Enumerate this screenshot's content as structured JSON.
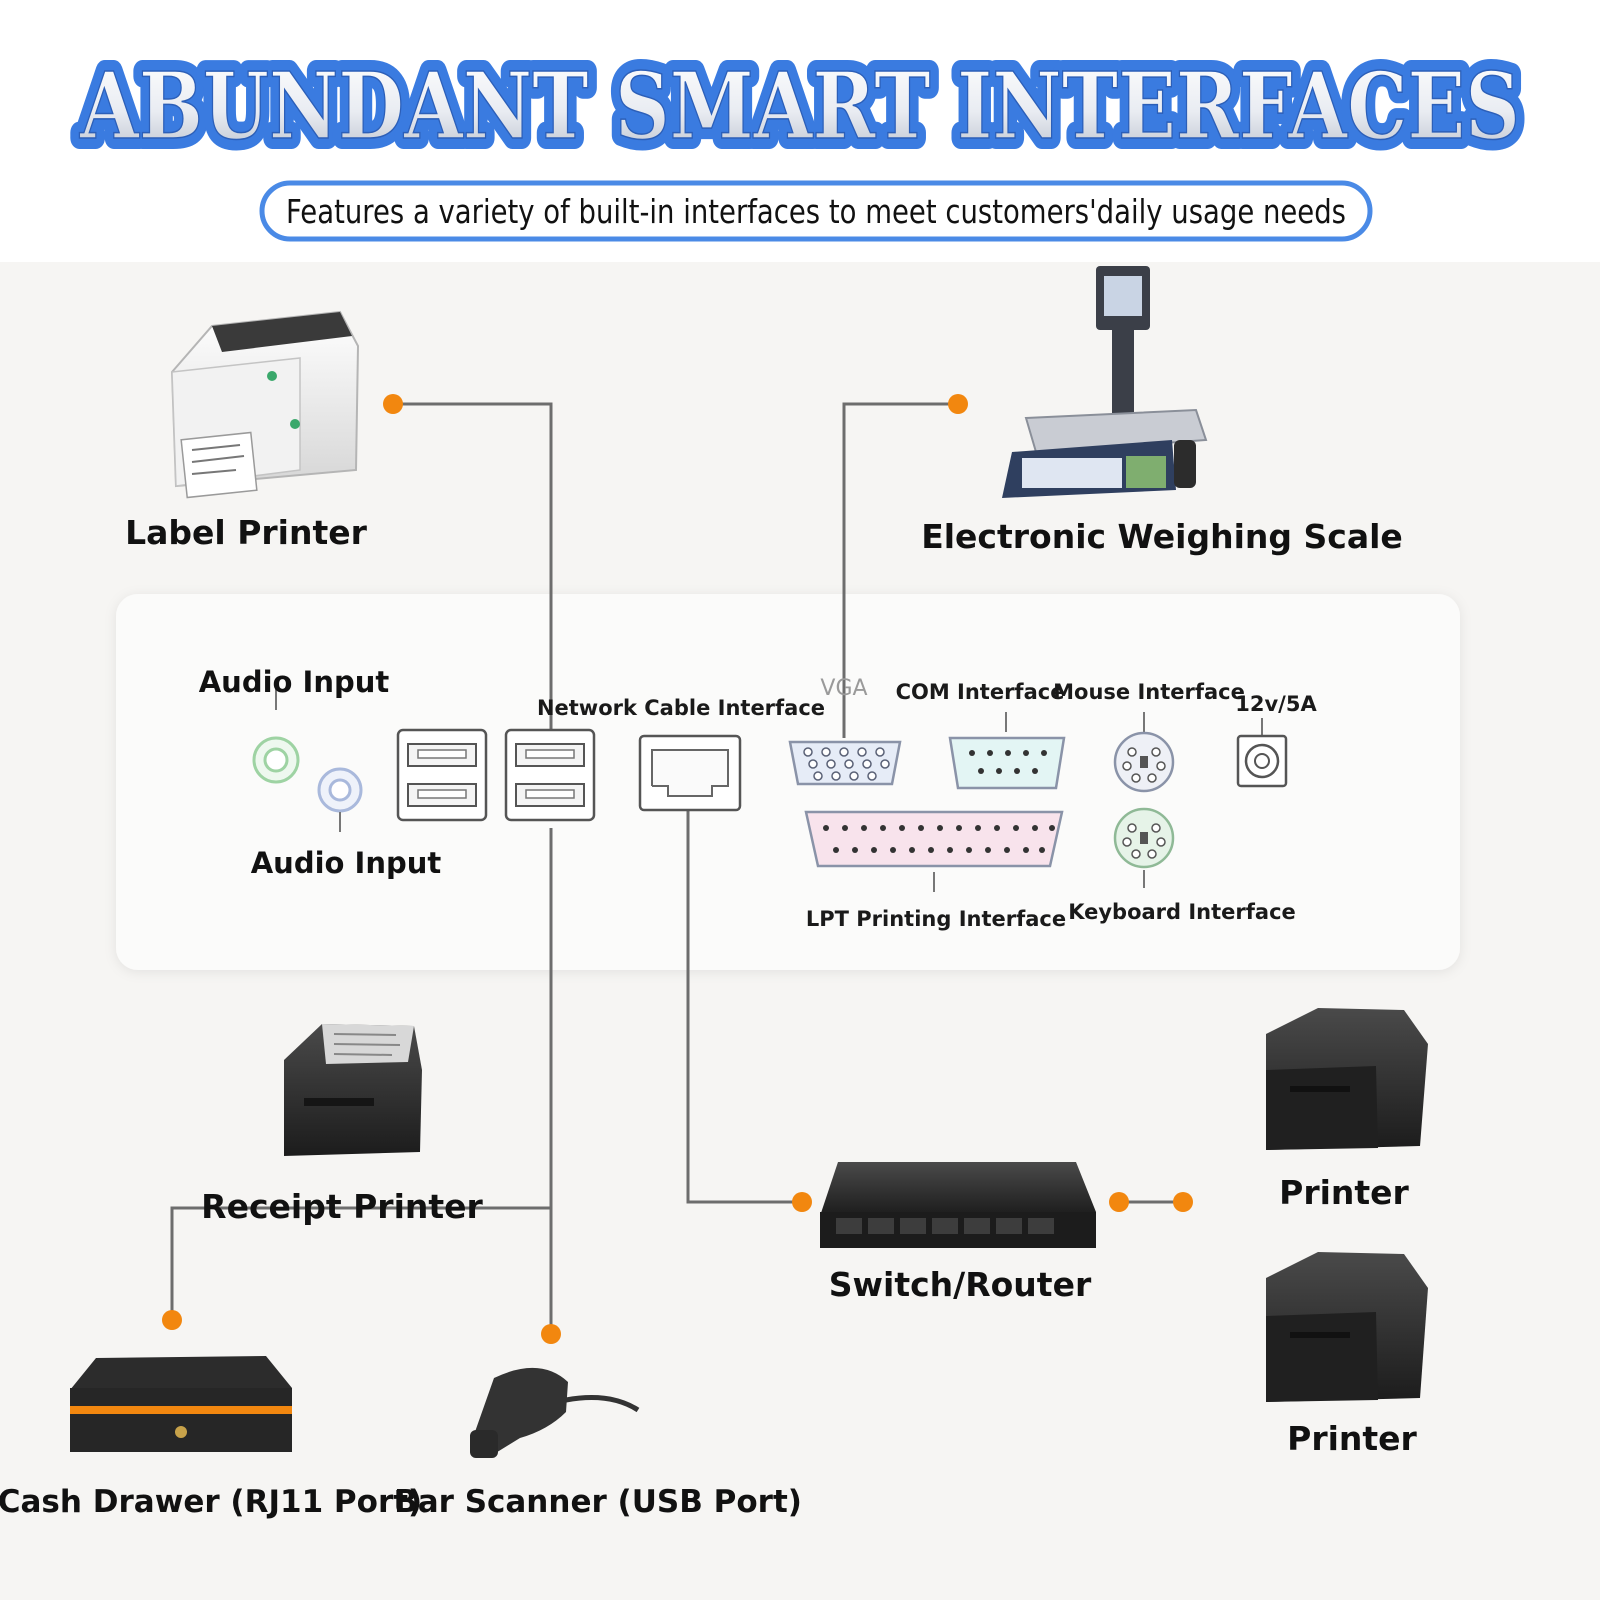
{
  "header": {
    "title": "ABUNDANT SMART INTERFACES",
    "subtitle": "Features a variety of built-in interfaces to meet customers'daily usage needs"
  },
  "panel": {
    "audio_input_top": "Audio Input",
    "audio_input_bottom": "Audio Input",
    "network": "Network Cable Interface",
    "vga": "VGA",
    "com": "COM Interface",
    "mouse": "Mouse Interface",
    "power": "12v/5A",
    "lpt": "LPT Printing Interface",
    "keyboard": "Keyboard Interface"
  },
  "devices": {
    "label_printer": "Label Printer",
    "scale": "Electronic Weighing Scale",
    "receipt_printer": "Receipt Printer",
    "cash_drawer": "Cash Drawer (RJ11 Port)",
    "bar_scanner": "Bar Scanner (USB Port)",
    "switch": "Switch/Router",
    "printer_1": "Printer",
    "printer_2": "Printer"
  },
  "colors": {
    "title_blue": "#3a7be0",
    "connector_dot": "#f2870f",
    "line": "#6d6d6d"
  }
}
